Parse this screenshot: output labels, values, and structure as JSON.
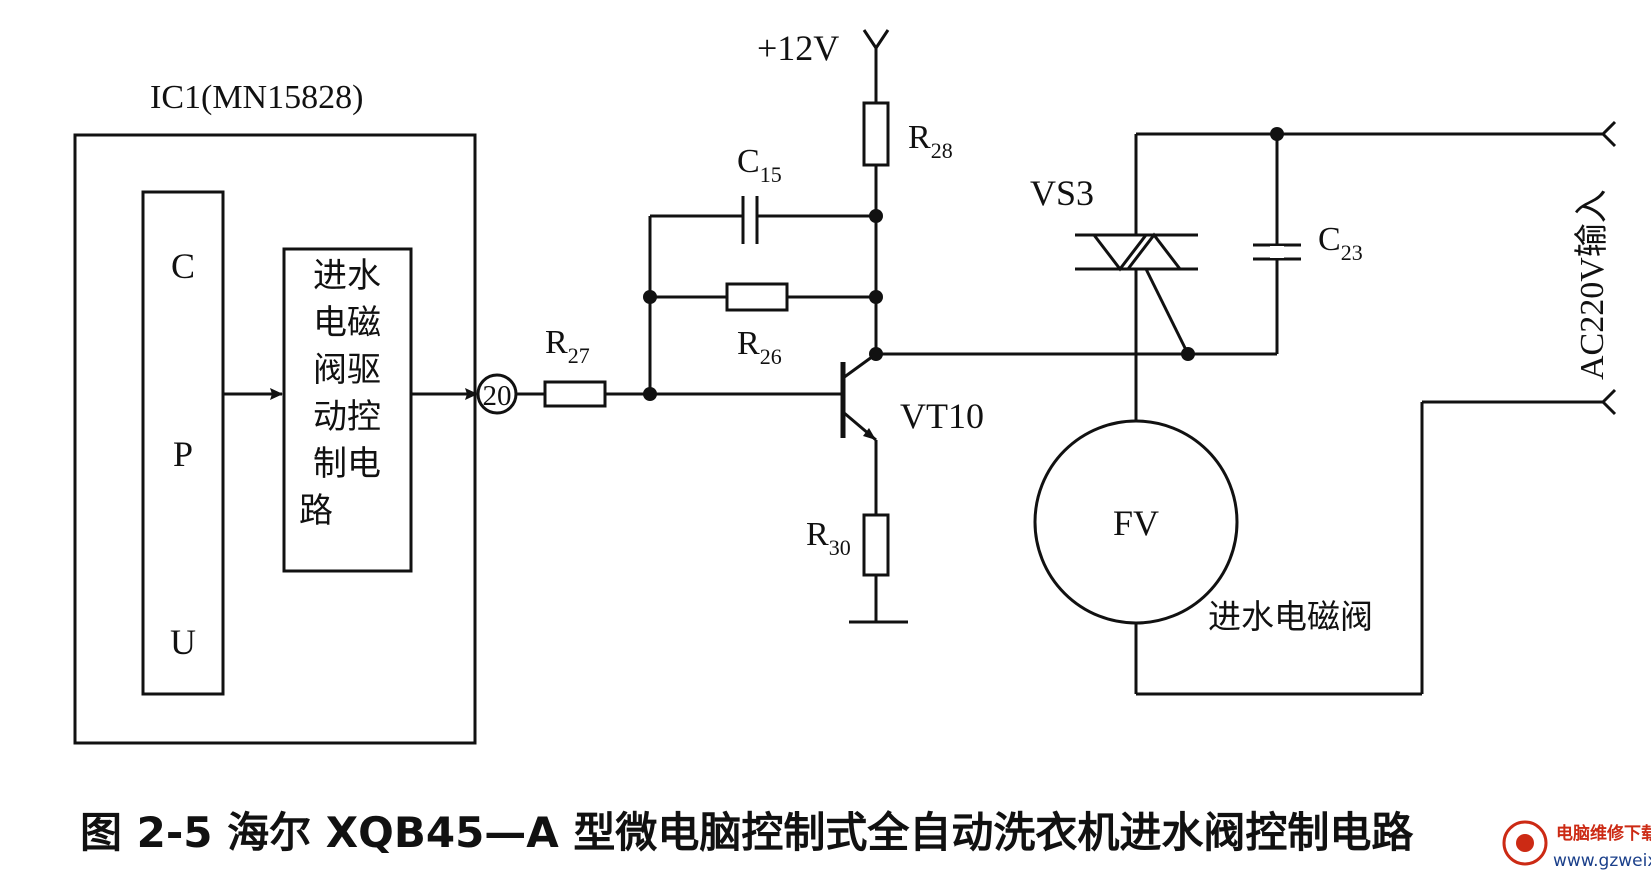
{
  "ic": {
    "title": "IC1(MN15828)",
    "cpu_letters": [
      "C",
      "P",
      "U"
    ],
    "driver_lines": [
      "进水",
      "电磁",
      "阀驱",
      "动控",
      "制电",
      "路"
    ],
    "pin": "20"
  },
  "supply": "+12V",
  "components": {
    "c15": {
      "name": "C",
      "sub": "15"
    },
    "r26": {
      "name": "R",
      "sub": "26"
    },
    "r27": {
      "name": "R",
      "sub": "27"
    },
    "r28": {
      "name": "R",
      "sub": "28"
    },
    "r30": {
      "name": "R",
      "sub": "30"
    },
    "c23": {
      "name": "C",
      "sub": "23"
    },
    "vt10": "VT10",
    "vs3": "VS3",
    "fv": "FV"
  },
  "valve_label": "进水电磁阀",
  "ac_input": "AC220V输入",
  "caption": "图 2-5    海尔 XQB45—A 型微电脑控制式全自动洗衣机进水阀控制电路",
  "watermark": {
    "site": "www.gzweix.com",
    "name": "电脑维修下载"
  },
  "colors": {
    "ink": "#111111",
    "watermark": "#cc2a14"
  }
}
